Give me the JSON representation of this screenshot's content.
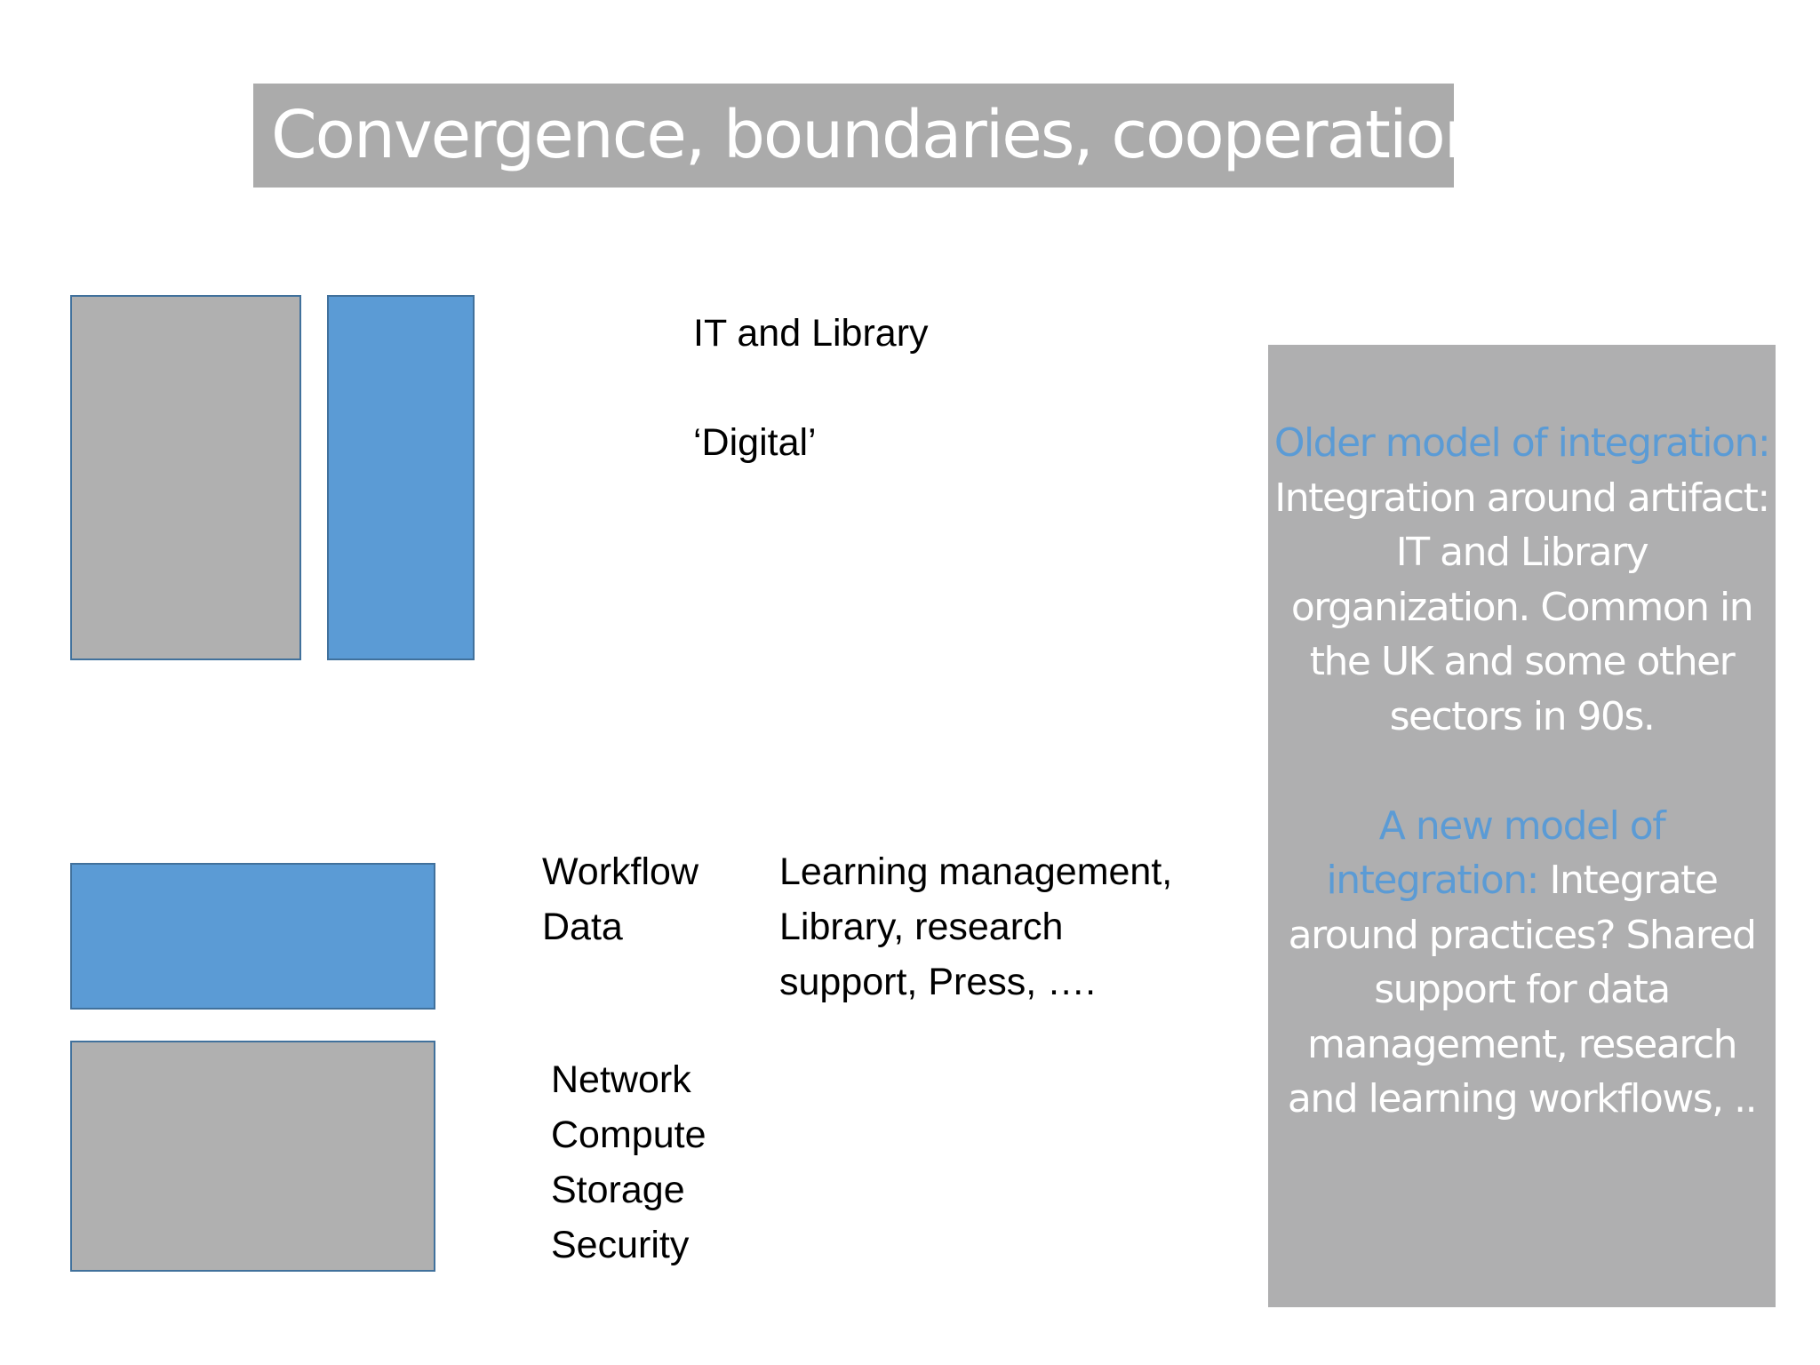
{
  "slide": {
    "title": "Convergence, boundaries, cooperation"
  },
  "top_section": {
    "line1": "IT and Library",
    "line2": "‘Digital’"
  },
  "middle_section": {
    "left_lines": [
      "Workflow",
      "Data"
    ],
    "right_lines": [
      "Learning management,",
      "Library, research",
      "support, Press, …."
    ]
  },
  "bottom_section": {
    "lines": [
      "Network",
      "Compute",
      "Storage",
      "Security"
    ]
  },
  "side_panel": {
    "older_model_label": "Older model of integration:",
    "older_model_text": " Integration around artifact: IT and Library organization. Common in the UK and some other sectors in 90s.",
    "new_model_label": "A new model of integration:",
    "new_model_text": " Integrate around practices? Shared support for data management, research and learning workflows, .."
  },
  "colors": {
    "gray_block": "#b0b0b0",
    "blue_block": "#5b9bd5",
    "accent_text": "#5b9bd5",
    "panel_bg": "#afafb0",
    "title_bg": "#ababab"
  }
}
